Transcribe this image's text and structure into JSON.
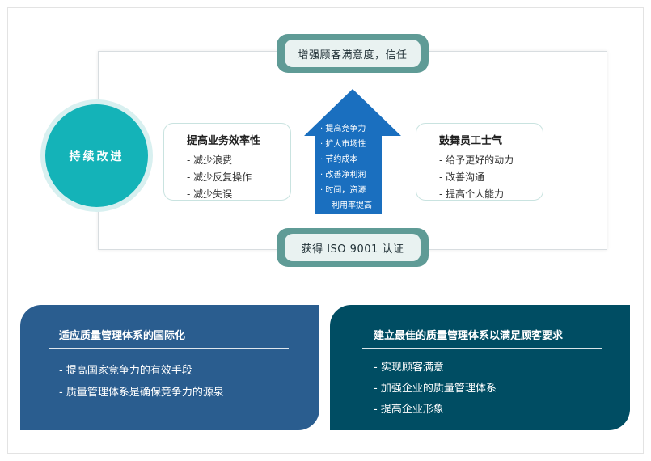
{
  "top_banner": {
    "label": "增强顾客满意度，信任"
  },
  "bottom_banner": {
    "label": "获得 ISO 9001 认证"
  },
  "circle": {
    "label": "持续改进"
  },
  "left_card": {
    "title": "提高业务效率性",
    "items": [
      "- 减少浪费",
      "- 减少反复操作",
      "- 减少失误"
    ]
  },
  "right_card": {
    "title": "鼓舞员工士气",
    "items": [
      "- 给予更好的动力",
      "- 改善沟通",
      "- 提高个人能力"
    ]
  },
  "arrow": {
    "items": [
      "· 提高竞争力",
      "· 扩大市场性",
      "· 节约成本",
      "· 改善净利润",
      "· 时间，资源",
      "利用率提高"
    ]
  },
  "left_panel": {
    "title": "适应质量管理体系的国际化",
    "items": [
      "- 提高国家竞争力的有效手段",
      "- 质量管理体系是确保竞争力的源泉"
    ]
  },
  "right_panel": {
    "title": "建立最佳的质量管理体系以满足顾客要求",
    "items": [
      "- 实现顾客满意",
      "- 加强企业的质量管理体系",
      "- 提高企业形象"
    ]
  },
  "colors": {
    "teal_circle": "#14b3b8",
    "banner_teal": "#5f9b96",
    "arrow_blue": "#1a6fbf",
    "panel_left": "#2a5d8f",
    "panel_right": "#004d63"
  }
}
